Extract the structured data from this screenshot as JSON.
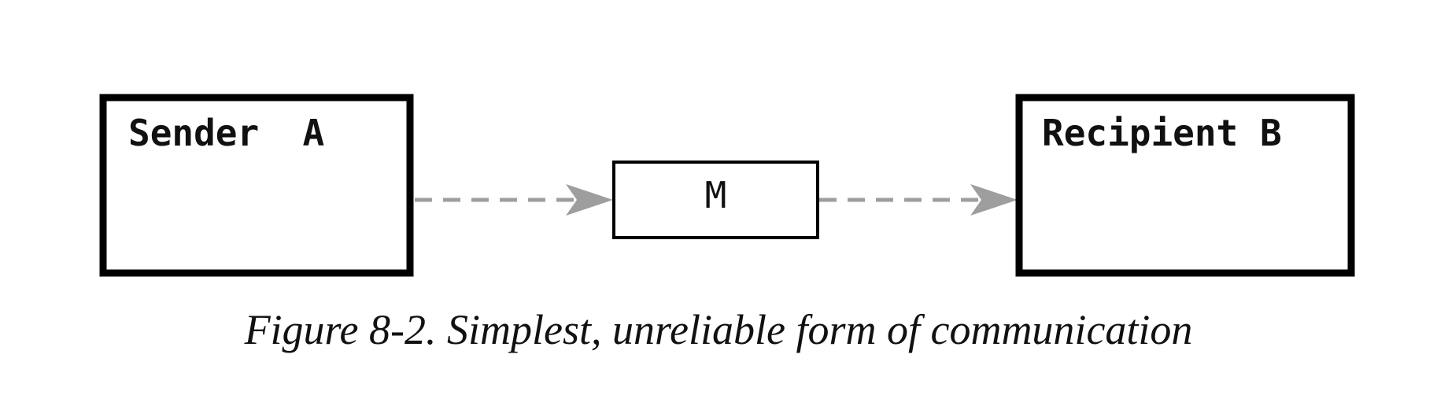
{
  "diagram": {
    "sender": {
      "label": "Sender  A"
    },
    "message": {
      "label": "M"
    },
    "recipient": {
      "label": "Recipient B"
    },
    "connector_color": "#9e9e9e"
  },
  "caption": "Figure 8-2. Simplest, unreliable form of communication"
}
